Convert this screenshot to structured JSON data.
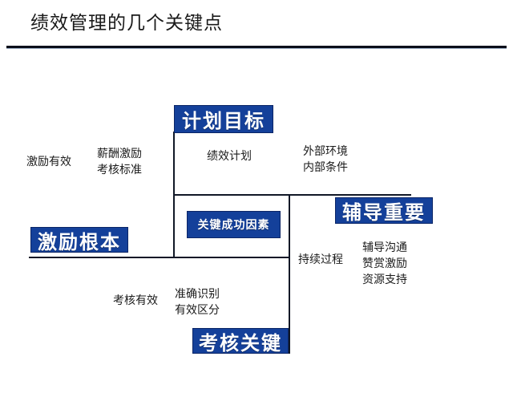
{
  "slide": {
    "title": "绩效管理的几个关键点",
    "background_color": "#ffffff",
    "accent_color": "#14409a",
    "line_color": "#111827",
    "text_color": "#1b1b1b"
  },
  "boxes": [
    {
      "id": "plan-goal",
      "label": "计划目标",
      "style": "big"
    },
    {
      "id": "coaching-matters",
      "label": "辅导重要",
      "style": "big"
    },
    {
      "id": "motivation-root",
      "label": "激励根本",
      "style": "big"
    },
    {
      "id": "appraisal-key",
      "label": "考核关键",
      "style": "big"
    },
    {
      "id": "success-factors",
      "label": "关键成功因素",
      "style": "small"
    }
  ],
  "labels": {
    "motivation_effective": "激励有效",
    "pay_incentive": "薪酬激励",
    "appraisal_standard": "考核标准",
    "performance_plan": "绩效计划",
    "external_env": "外部环境",
    "internal_condition": "内部条件",
    "continuous_process": "持续过程",
    "coaching_communication": "辅导沟通",
    "praise_incentive": "赞赏激励",
    "resource_support": "资源支持",
    "appraisal_effective": "考核有效",
    "accurate_identify": "准确识别",
    "effective_distinguish": "有效区分"
  }
}
